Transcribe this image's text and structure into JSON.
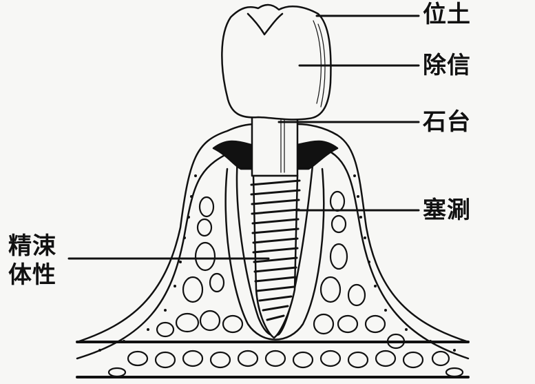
{
  "diagram": {
    "type": "dental-implant-cross-section",
    "colors": {
      "ink": "#111111",
      "paper": "#f7f7f5"
    },
    "labels": {
      "crown": "位土",
      "crown_body": "除信",
      "abutment": "石台",
      "implant": "塞涮",
      "bone_left_line1": "精涑",
      "bone_left_line2": "体性"
    }
  }
}
